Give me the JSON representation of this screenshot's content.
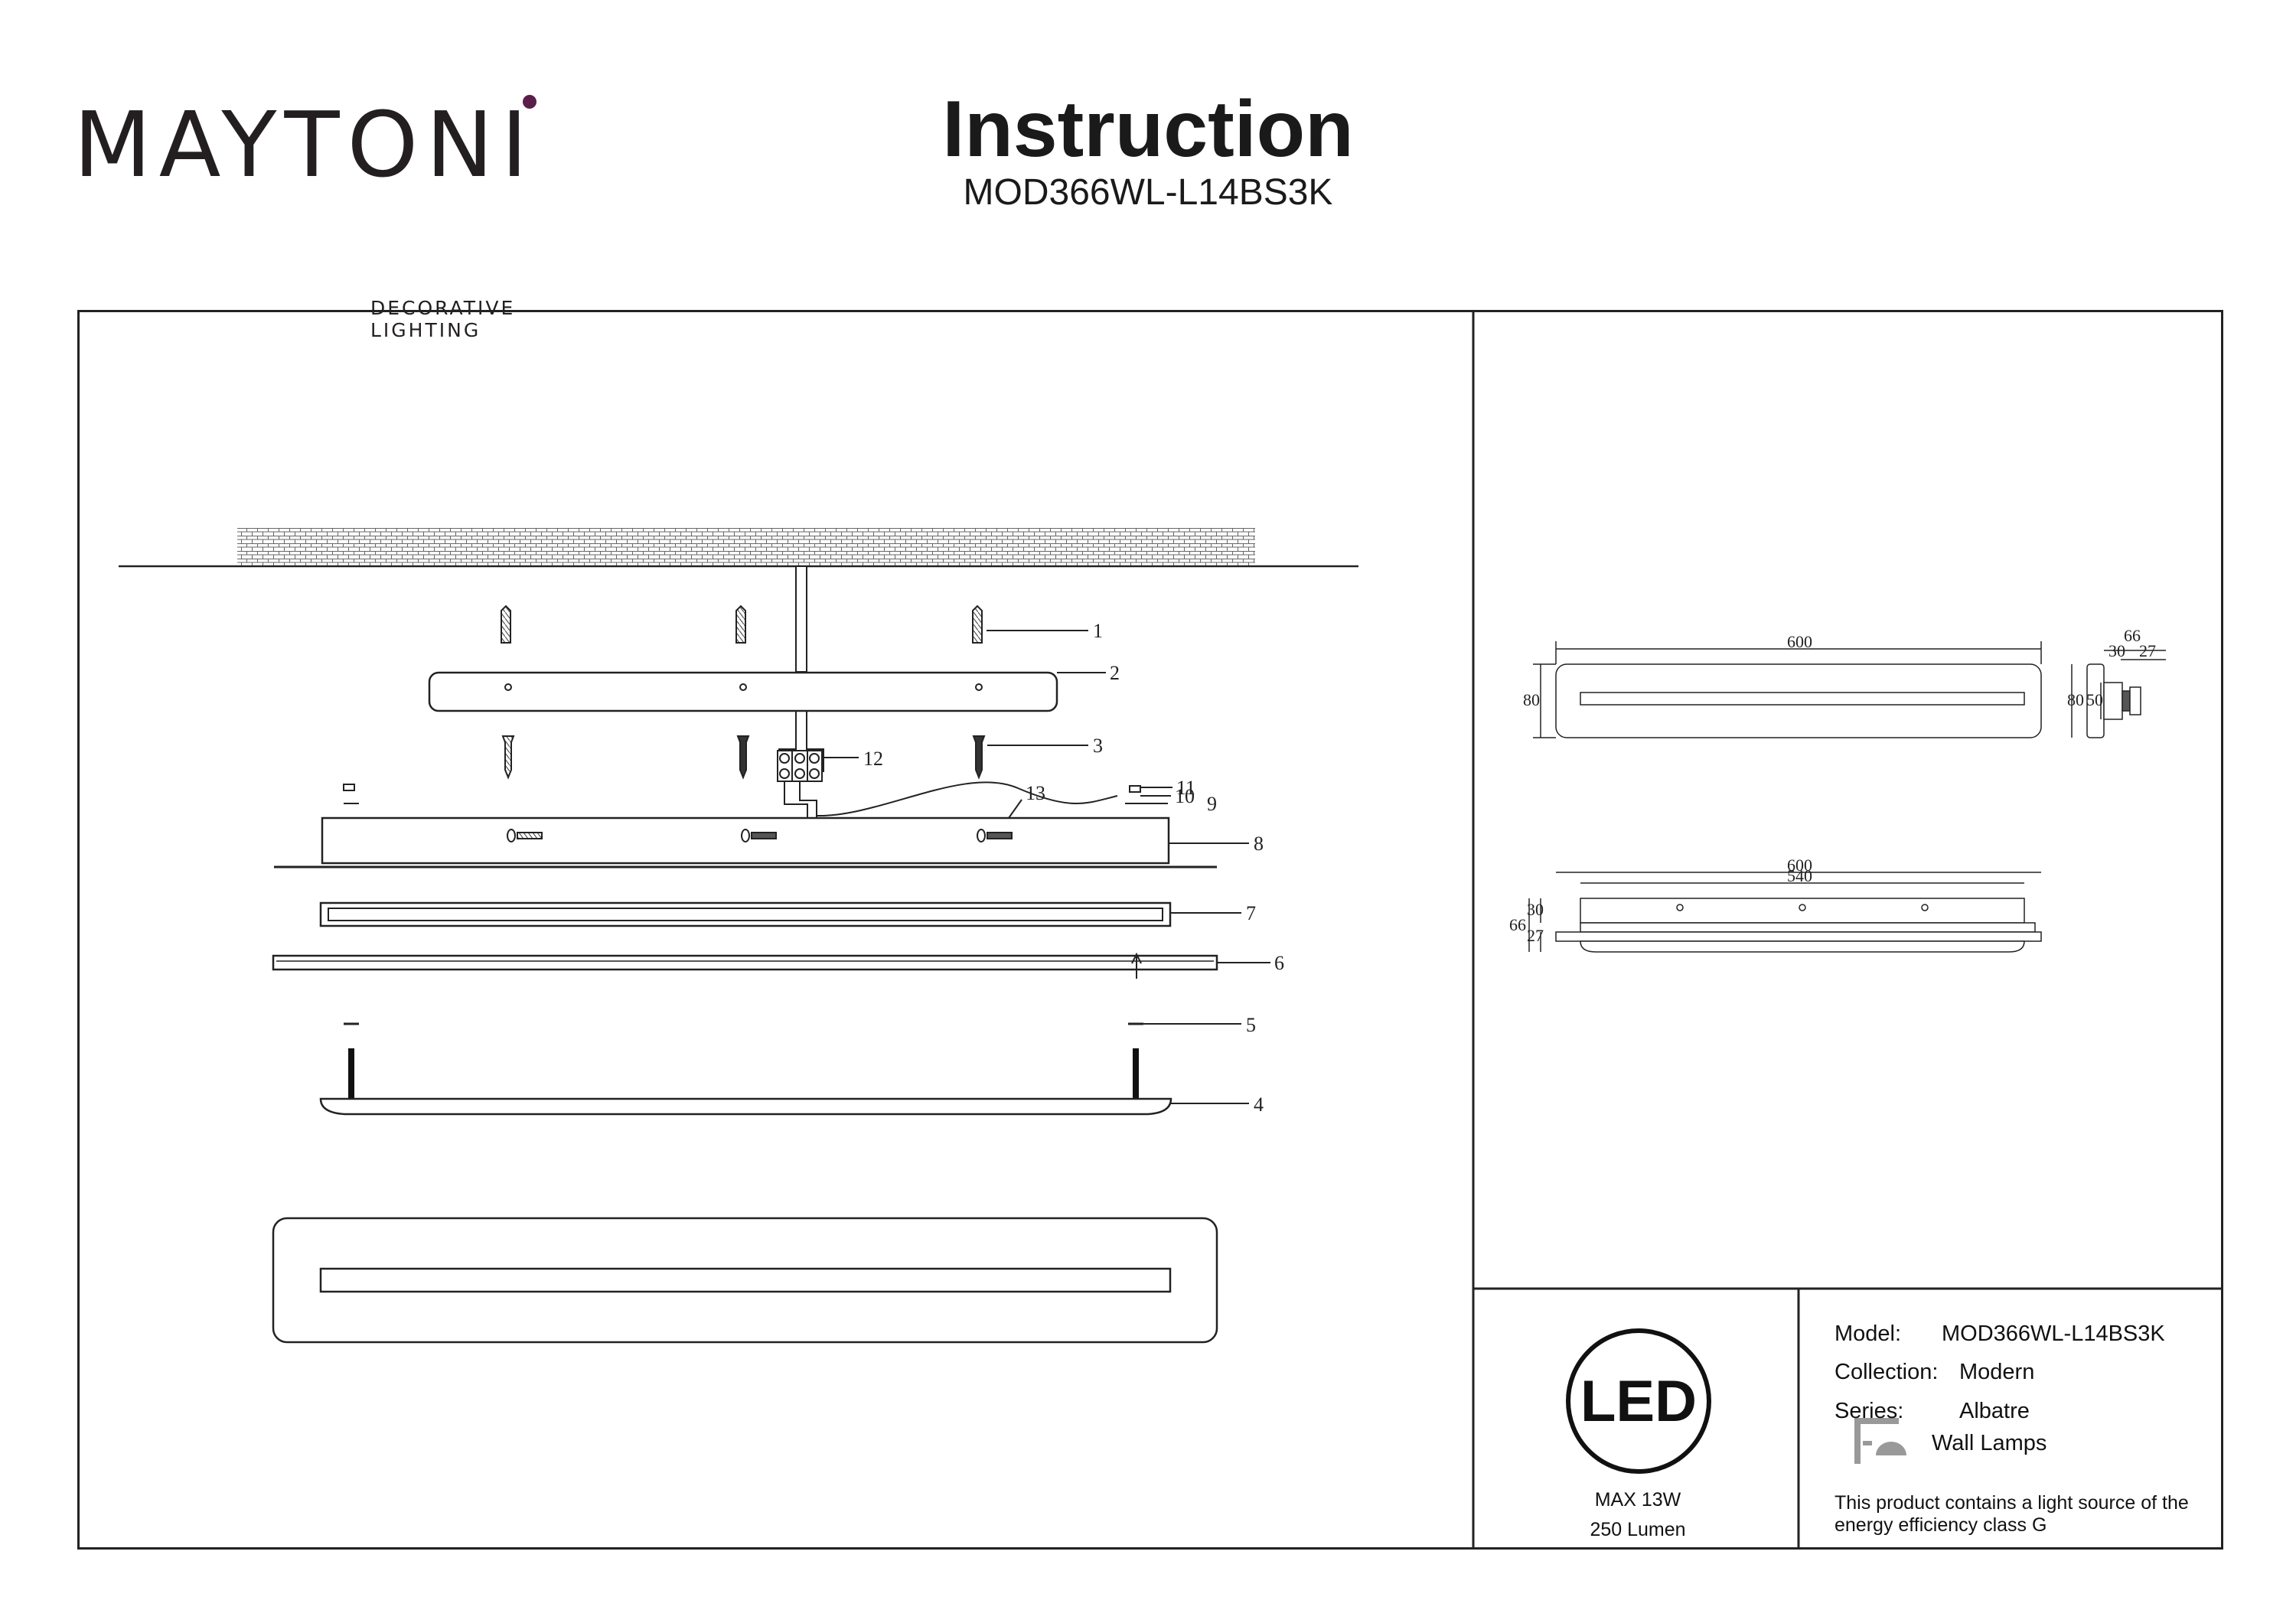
{
  "brand": {
    "name": "MAYTONI",
    "tagline": "DECORATIVE LIGHTING",
    "accent_color": "#5a1e4a"
  },
  "header": {
    "title": "Instruction",
    "model": "MOD366WL-L14BS3K"
  },
  "parts": [
    "1",
    "2",
    "3",
    "4",
    "5",
    "6",
    "7",
    "8",
    "9",
    "10",
    "11",
    "12",
    "13"
  ],
  "dimensions": {
    "front_length": "600",
    "front_height": "80",
    "side_depth": "66",
    "side_parts": [
      "30",
      "27"
    ],
    "side_heights": [
      "80",
      "50"
    ],
    "top_length": "600",
    "top_inner_length": "540",
    "top_depth": "66",
    "top_parts": [
      "30",
      "27"
    ]
  },
  "badge": {
    "icon": "led-icon",
    "power": "MAX 13W",
    "lumen": "250 Lumen"
  },
  "specs": {
    "model_label": "Model:",
    "model_value": "MOD366WL-L14BS3K",
    "collection_label": "Collection:",
    "collection_value": "Modern",
    "series_label": "Series:",
    "series_value": "Albatre",
    "type_icon": "wall-lamp-icon",
    "type_value": "Wall Lamps",
    "energy_note_line1": "This product contains a light source of the",
    "energy_note_line2": "energy efficiency class G"
  }
}
